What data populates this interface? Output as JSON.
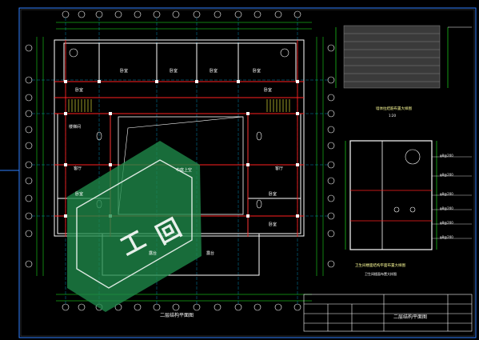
{
  "colors": {
    "background": "#000000",
    "frame": "#2f7fff",
    "grid_axis": "#00c0ff",
    "walls": "#ffffff",
    "red_lines": "#ff2020",
    "green_lines": "#20ff20",
    "yellow": "#ffff40",
    "magenta": "#ff40ff",
    "watermark": "#1f8a4a"
  },
  "watermark": {
    "icon": "logo-watermark"
  },
  "plan": {
    "rooms": {
      "top_row": [
        "卧室",
        "卧室",
        "卧室",
        "卧室"
      ],
      "courtyard": "中庭上空",
      "left_rooms": [
        "卧室",
        "楼梯间",
        "客厅",
        "卧室"
      ],
      "right_rooms": [
        "卧室",
        "客厅",
        "卧室",
        "卧室"
      ],
      "bottom": [
        "露台",
        "露台"
      ]
    },
    "title": "二层结构平面图"
  },
  "detail_top": {
    "title": "墙体拉结筋布置大样图",
    "scale": "1:20"
  },
  "detail_bottom": {
    "title": "卫生间楼面结构平面布置大样图",
    "subtitle": "卫生间楼面布置大样图",
    "notes": [
      "φ8@200",
      "φ8@200",
      "φ8@200",
      "φ8@200",
      "φ8@200",
      "φ8@200"
    ]
  },
  "title_block": {
    "drawing_title": "二层结构平面图"
  }
}
